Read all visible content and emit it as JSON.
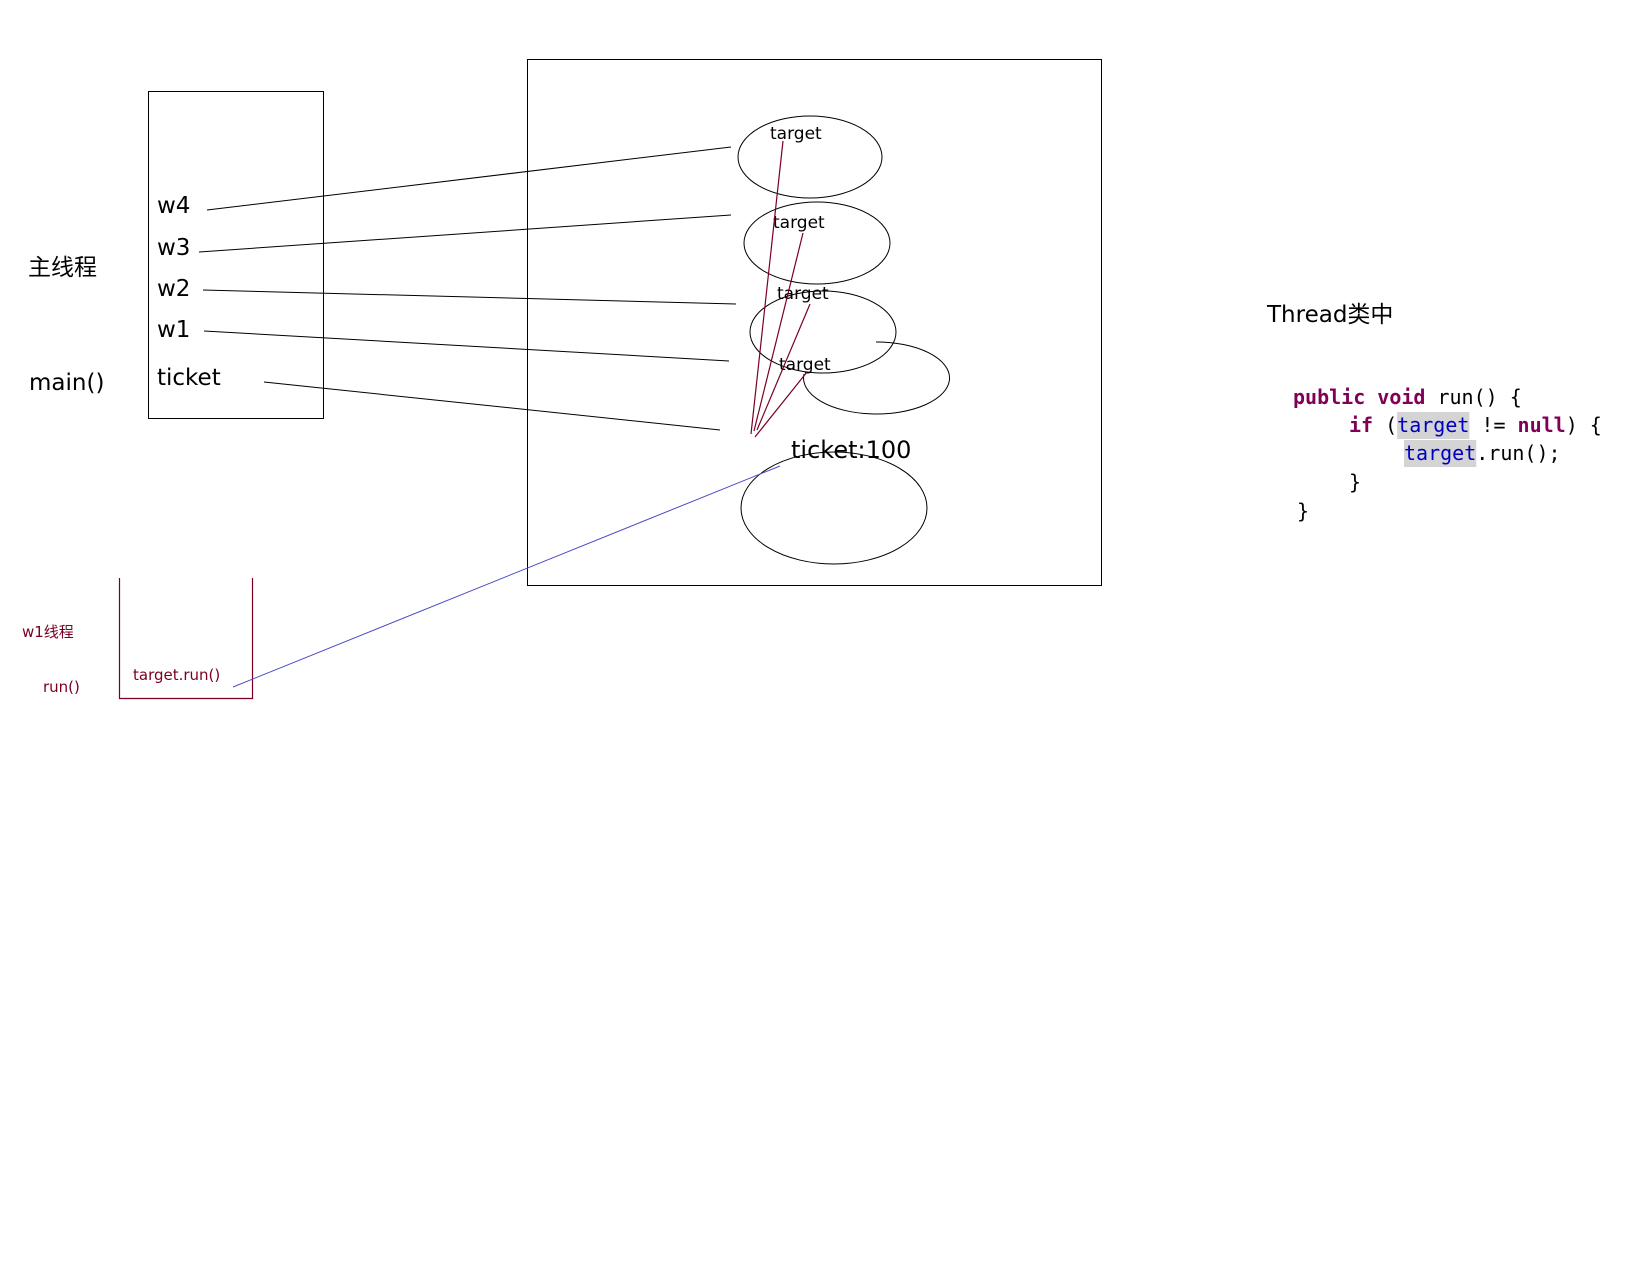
{
  "colors": {
    "stroke": "#000000",
    "reference_line": "#7a0020",
    "call_line": "#4a4ac8",
    "thread_text": "#7a0020",
    "keyword": "#7f0055",
    "field": "#0000c0",
    "highlight": "#d4d4d4"
  },
  "main_thread": {
    "title": "主线程",
    "method": "main()",
    "stack_vars": [
      "w4",
      "w3",
      "w2",
      "w1",
      "ticket"
    ]
  },
  "heap": {
    "objects": [
      {
        "label": "target",
        "ref_from": "w4"
      },
      {
        "label": "target",
        "ref_from": "w3"
      },
      {
        "label": "target",
        "ref_from": "w2"
      },
      {
        "label": "target",
        "ref_from": "w1"
      },
      {
        "label": "ticket:100",
        "ref_from": "ticket"
      }
    ]
  },
  "worker_thread": {
    "title": "w1线程",
    "method": "run()",
    "frame_text": "target.run()"
  },
  "thread_class": {
    "title": "Thread类中",
    "code_lines": [
      [
        {
          "t": "public void",
          "c": "kw"
        },
        {
          "t": " run() {",
          "c": "plain"
        }
      ],
      [
        {
          "t": "if",
          "c": "kw"
        },
        {
          "t": " (",
          "c": "plain"
        },
        {
          "t": "target",
          "c": "fld",
          "hl": true
        },
        {
          "t": " != ",
          "c": "plain"
        },
        {
          "t": "null",
          "c": "kw"
        },
        {
          "t": ") {",
          "c": "plain"
        }
      ],
      [
        {
          "t": "target",
          "c": "fld",
          "hl": true
        },
        {
          "t": ".run();",
          "c": "plain"
        }
      ],
      [
        {
          "t": "}",
          "c": "plain"
        }
      ],
      [
        {
          "t": "}",
          "c": "plain"
        }
      ]
    ]
  }
}
